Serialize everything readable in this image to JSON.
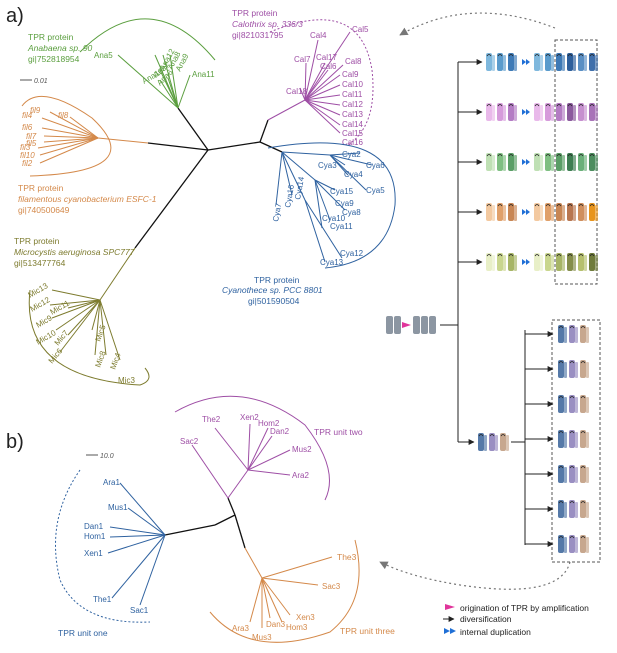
{
  "panel_a": {
    "label": "a)",
    "scale_label": "0.01",
    "anabaena": {
      "title": "TPR protein",
      "species": "Anabaena sp. 90",
      "gi": "gi|752818954",
      "leaves": [
        "Ana5",
        "Ana12",
        "Ana8",
        "Ana9",
        "Ana7",
        "Ana10",
        "Ana6",
        "Ana11"
      ]
    },
    "calothrix": {
      "title": "TPR protein",
      "species": "Calothrix sp. 336/3",
      "gi": "gi|821031795",
      "leaves": [
        "Cal4",
        "Cal5",
        "Cal7",
        "Cal17",
        "Cal6",
        "Cal8",
        "Cal18",
        "Cal9",
        "Cal10",
        "Cal11",
        "Cal12",
        "Cal13",
        "Cal14",
        "Cal15",
        "Cal16"
      ]
    },
    "filamentous": {
      "title": "TPR protein",
      "species": "filamentous cyanobacterium ESFC-1",
      "gi": "gi|740500649",
      "leaves": [
        "fil9",
        "fil8",
        "fil4",
        "fil6",
        "fil7",
        "fil5",
        "fil3",
        "fil10",
        "fil2"
      ]
    },
    "cyanothece": {
      "title": "TPR protein",
      "species": "Cyanothece sp. PCC 8801",
      "gi": "gi|501590504",
      "leaves": [
        "Cya2",
        "Cya3",
        "Cya6",
        "Cya4",
        "Cya5",
        "Cya15",
        "Cya9",
        "Cya8",
        "Cya10",
        "Cya11",
        "Cya12",
        "Cya13",
        "Cya14",
        "Cya16",
        "Cya7"
      ]
    },
    "microcystis": {
      "title": "TPR protein",
      "species": "Microcystis aeruginosa SPC777",
      "gi": "gi|513477764",
      "leaves": [
        "Mic13",
        "Mic12",
        "Mic11",
        "Mic9",
        "Mic10",
        "Mic7",
        "Mic6",
        "Mic5",
        "Mic8",
        "Mic4",
        "Mic3"
      ]
    }
  },
  "panel_b": {
    "label": "b)",
    "scale_label": "10.0",
    "unit_one": {
      "title": "TPR unit one",
      "leaves": [
        "Ara1",
        "Mus1",
        "Dan1",
        "Hom1",
        "Xen1",
        "The1",
        "Sac1"
      ]
    },
    "unit_two": {
      "title": "TPR unit two",
      "leaves": [
        "The2",
        "Xen2",
        "Hom2",
        "Dan2",
        "Sac2",
        "Mus2",
        "Ara2"
      ]
    },
    "unit_three": {
      "title": "TPR unit three",
      "leaves": [
        "The3",
        "Sac3",
        "Xen3",
        "Hom3",
        "Dan3",
        "Ara3",
        "Mus3"
      ]
    }
  },
  "legend": {
    "items": [
      {
        "label": "origination of TPR by amplification",
        "color": "#e0359b"
      },
      {
        "label": "diversification",
        "color": "#222222"
      },
      {
        "label": "internal duplication",
        "color": "#1f6fd6"
      }
    ]
  },
  "colors": {
    "anabaena": "#5a9e3e",
    "calothrix": "#9e4ea5",
    "filamentous": "#d4894a",
    "cyanothece": "#2f62a0",
    "microcystis": "#7d7b2e",
    "unit_one": "#2f62a0",
    "unit_two": "#9e4ea5",
    "unit_three": "#d4894a"
  },
  "right_diagram": {
    "rows": [
      {
        "palette": [
          "#7fb8dd",
          "#5a9bcc",
          "#3e7ab6",
          "#2d5f9c",
          "#5a8fc4",
          "#3f6fab"
        ]
      },
      {
        "palette": [
          "#e9b9ea",
          "#d69bdb",
          "#b47cc4",
          "#8b5a9d",
          "#c690cf",
          "#a873b8"
        ]
      },
      {
        "palette": [
          "#bfe0b4",
          "#7fbf82",
          "#5a9e66",
          "#3e7e52",
          "#6bb07a",
          "#4c8d5e"
        ]
      },
      {
        "palette": [
          "#f3c9a0",
          "#e0a06a",
          "#c88654",
          "#b87650",
          "#d08f5d",
          "#e8941c"
        ]
      },
      {
        "palette": [
          "#e8efc7",
          "#c9d68e",
          "#a7b566",
          "#848d4a",
          "#b6c06f",
          "#6f7b3b"
        ]
      }
    ],
    "lower_palette": [
      "#5579a8",
      "#9a8fc2",
      "#c7a78e"
    ]
  }
}
